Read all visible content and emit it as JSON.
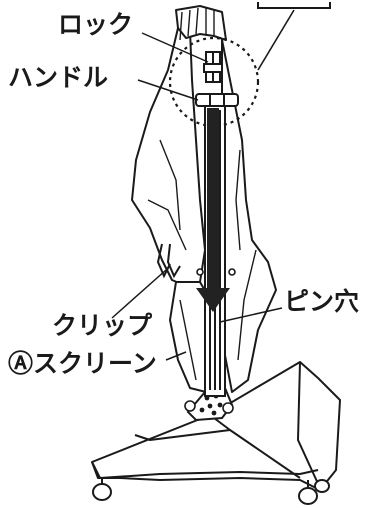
{
  "labels": {
    "lock": "ロック",
    "handle": "ハンドル",
    "clip": "クリップ",
    "pin_hole": "ピン穴",
    "screen": "Ⓐスクリーン"
  },
  "colors": {
    "line": "#1a1a1a",
    "fabric_shade": "#f2f2f2",
    "arrow": "#222222"
  }
}
